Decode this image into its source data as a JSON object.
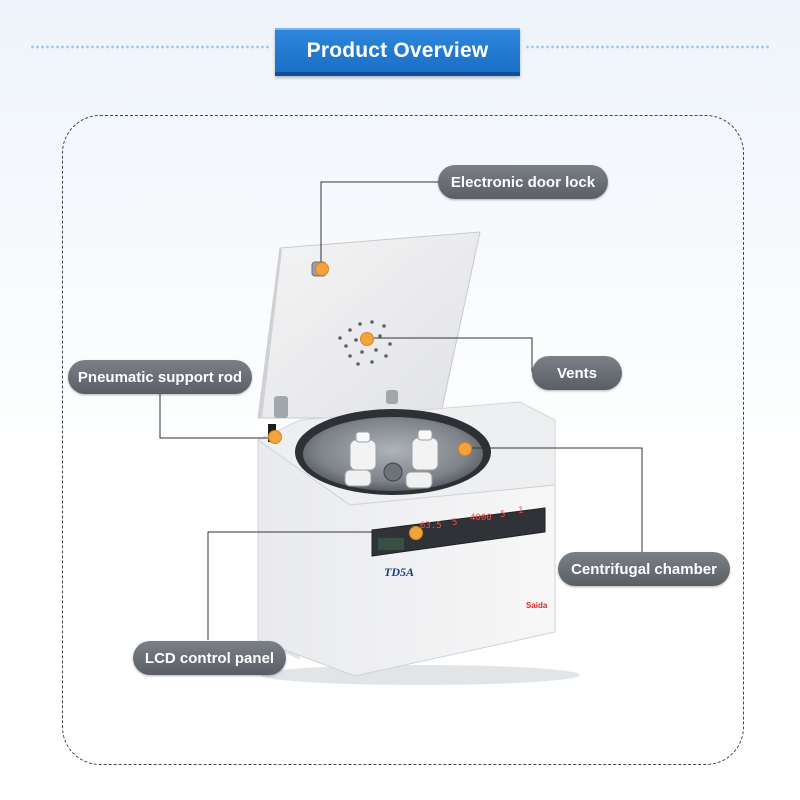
{
  "header": {
    "title": "Product Overview"
  },
  "labels": {
    "door_lock": "Electronic door lock",
    "vents": "Vents",
    "support_rod": "Pneumatic support rod",
    "chamber": "Centrifugal chamber",
    "control_panel": "LCD control panel"
  },
  "device": {
    "model": "TD5A",
    "brand": "Saida",
    "display_temp": "63.5",
    "display_value": "5",
    "display_speed": "4000",
    "display_time": "5",
    "display_small": "1"
  },
  "colors": {
    "banner": "#1b6fc6",
    "label_bg": "#5a5f65",
    "callout_dot": "#f2a33a"
  }
}
